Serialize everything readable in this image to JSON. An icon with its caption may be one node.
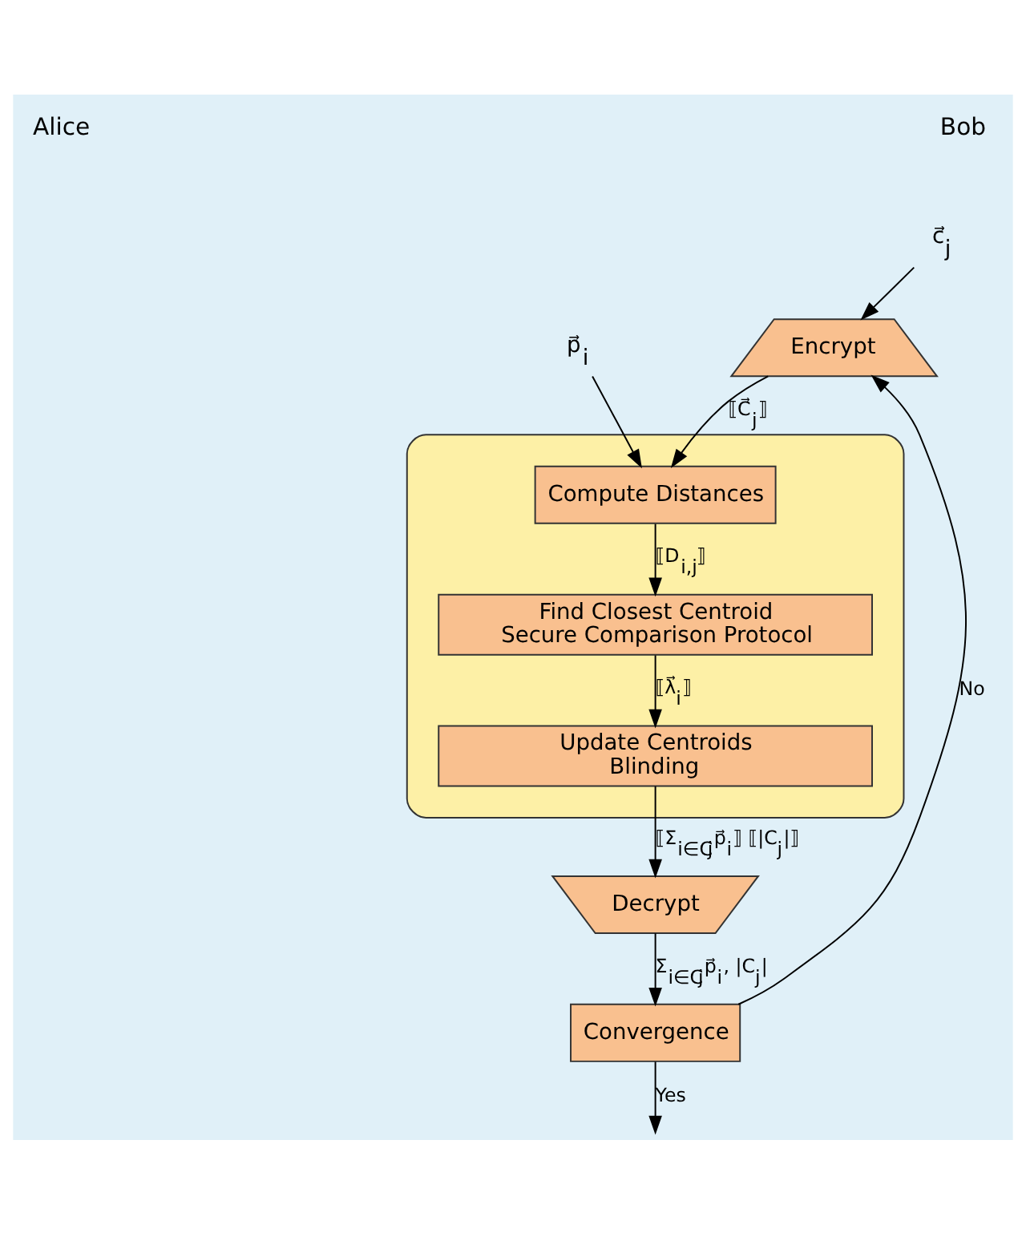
{
  "diagram": {
    "nodes": [
      {
        "text": [
          "p⃗$_{i}$"
        ]
      },
      {
        "text": [
          "c⃗$_{j}$"
        ]
      },
      {
        "text": [
          "Encrypt"
        ]
      },
      {
        "text": [],
        "shape": "box"
      },
      {
        "text": [
          "Compute Distances"
        ],
        "in": 3
      },
      {
        "text": [
          "Find Closest Centroid",
          "Secure Comparison Protocol"
        ],
        "in": 3
      },
      {
        "text": [
          "Update Centroids",
          "Blinding"
        ],
        "in": 3
      },
      {
        "text": [
          "Decrypt"
        ]
      },
      {
        "text": [
          "Convergence"
        ]
      }
    ],
    "edges": [
      {
        "from": 0,
        "to": 4,
        "arrow": "to"
      },
      {
        "from": 1,
        "to": 2,
        "arrow": "to"
      },
      {
        "from": 2,
        "to": 4,
        "arrow": "to",
        "label": "⟦C⃗$_{j}$⟧"
      },
      {
        "from": 4,
        "to": 5,
        "arrow": "to",
        "label": "⟦D$_{i,j}$⟧"
      },
      {
        "from": 5,
        "to": 6,
        "arrow": "to",
        "label": "⟦λ⃗$_{i}$⟧"
      },
      {
        "from": 6,
        "to": 7,
        "arrow": "to",
        "label": "⟦Σ$_{i∈C}$$_{j}$p⃗$_{i}$⟧ ⟦|C$_{j}$|⟧"
      },
      {
        "from": 7,
        "to": 8,
        "arrow": "to",
        "label": "Σ$_{i∈C}$$_{j}$p⃗$_{i}$, |C$_{j}$|"
      },
      {
        "from": 8,
        "to": 2,
        "arrow": "to",
        "label": "No"
      },
      {
        "from": 8,
        "to": null,
        "arrow": "to",
        "label": "Yes"
      }
    ],
    "labels": [
      "Alice",
      "Bob"
    ]
  }
}
